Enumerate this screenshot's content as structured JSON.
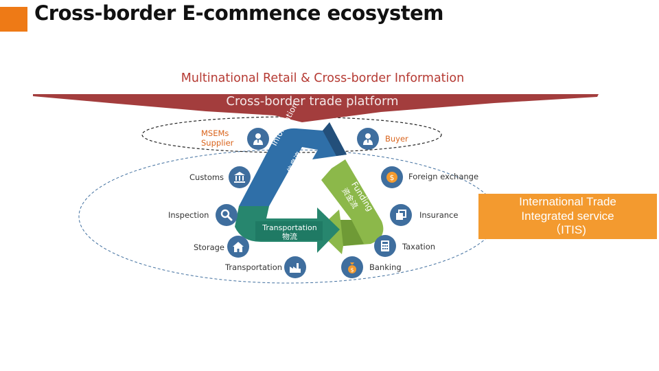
{
  "header": {
    "title": "Cross-border E-commence ecosystem",
    "accent_color": "#ee7a16"
  },
  "funnel": {
    "subtitle": "Multinational Retail & Cross-border Information",
    "platform_label": "Cross-border trade platform",
    "color": "#a33d3d"
  },
  "inner_ring": {
    "supplier_label": [
      "MSEMs",
      "Supplier"
    ],
    "buyer_label": "Buyer",
    "supplier_icon": "person-icon",
    "buyer_icon": "person-icon"
  },
  "outer_ring": {
    "services": [
      {
        "label": "Customs",
        "icon": "bank-icon"
      },
      {
        "label": "Inspection",
        "icon": "magnifier-icon"
      },
      {
        "label": "Storage",
        "icon": "house-icon"
      },
      {
        "label": "Transportation",
        "icon": "factory-icon"
      },
      {
        "label": "Banking",
        "icon": "money-bag-icon"
      },
      {
        "label": "Taxation",
        "icon": "calculator-icon"
      },
      {
        "label": "Insurance",
        "icon": "copy-icon"
      },
      {
        "label": "Foreign exchange",
        "icon": "dollar-coin-icon"
      }
    ]
  },
  "cycle": {
    "information": {
      "en": "Information",
      "cn": "信息流",
      "color": "#2f6fa8"
    },
    "funding": {
      "en": "Funding",
      "cn": "资金流",
      "color": "#8cb84a"
    },
    "transportation": {
      "en": "Transportation",
      "cn": "物流",
      "color": "#27866e"
    }
  },
  "itis_box": {
    "lines": [
      "International Trade",
      "Integrated service",
      "（ITIS)"
    ],
    "color": "#f39a2f"
  }
}
